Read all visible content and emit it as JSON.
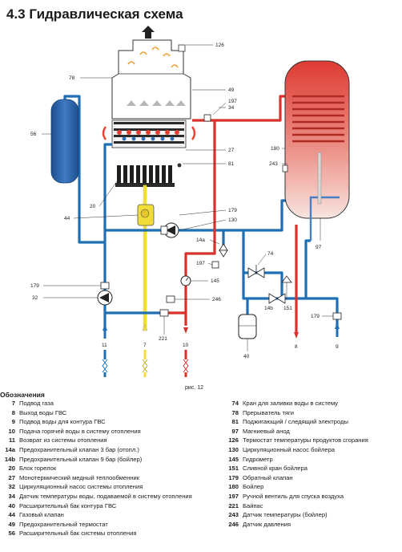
{
  "title": "4.3 Гидравлическая схема",
  "figure_caption": "рис. 12",
  "legend_heading": "Обозначения",
  "callouts": {
    "c126": "126",
    "c78": "78",
    "c49": "49",
    "c197a": "197",
    "c34": "34",
    "c56": "56",
    "c27": "27",
    "c81": "81",
    "c20": "20",
    "c44": "44",
    "c179a": "179",
    "c130": "130",
    "c14a": "14a",
    "c197b": "197",
    "c74": "74",
    "c145": "145",
    "c246": "246",
    "c221": "221",
    "c179b": "179",
    "c32": "32",
    "c14b": "14b",
    "c151": "151",
    "c40": "40",
    "c180": "180",
    "c243": "243",
    "c97": "97",
    "c179c": "179"
  },
  "connections": {
    "gas": "11",
    "dhw_out": "7",
    "heat_return": "10",
    "hot_out": "8",
    "cold_in": "9"
  },
  "legend_left": [
    {
      "code": "7",
      "desc": "Подвод газа"
    },
    {
      "code": "8",
      "desc": "Выход воды ГВС"
    },
    {
      "code": "9",
      "desc": "Подвод воды для контура ГВС"
    },
    {
      "code": "10",
      "desc": "Подача горячей воды в систему отопления"
    },
    {
      "code": "11",
      "desc": "Возврат из системы отопления"
    },
    {
      "code": "14a",
      "desc": "Предохранительный клапан 3 бар (отопл.)"
    },
    {
      "code": "14b",
      "desc": "Предохранительный клапан 9 бар (бойлер)"
    },
    {
      "code": "20",
      "desc": "Блок горелок"
    },
    {
      "code": "27",
      "desc": "Монотермический медный теплообменник"
    },
    {
      "code": "32",
      "desc": "Циркуляционный насос системы отопления"
    },
    {
      "code": "34",
      "desc": "Датчик температуры воды, подаваемой в систему отопления"
    },
    {
      "code": "40",
      "desc": "Расширительный бак контура ГВС"
    },
    {
      "code": "44",
      "desc": "Газовый клапан"
    },
    {
      "code": "49",
      "desc": "Предохранительный термостат"
    },
    {
      "code": "56",
      "desc": "Расширительный бак системы отопления"
    }
  ],
  "legend_right": [
    {
      "code": "74",
      "desc": "Кран для заливки воды в систему"
    },
    {
      "code": "78",
      "desc": "Прерыватель тяги"
    },
    {
      "code": "81",
      "desc": "Поджигающий / следящий электроды"
    },
    {
      "code": "97",
      "desc": "Магниевый анод"
    },
    {
      "code": "126",
      "desc": "Термостат температуры продуктов сгорания"
    },
    {
      "code": "130",
      "desc": "Циркуляционный насос бойлера"
    },
    {
      "code": "145",
      "desc": "Гидрометр"
    },
    {
      "code": "151",
      "desc": "Сливной кран бойлера"
    },
    {
      "code": "179",
      "desc": "Обратный клапан"
    },
    {
      "code": "180",
      "desc": "Бойлер"
    },
    {
      "code": "197",
      "desc": "Ручной вентиль для спуска воздуха"
    },
    {
      "code": "221",
      "desc": "Байпас"
    },
    {
      "code": "243",
      "desc": "Датчик температуры (бойлер)"
    },
    {
      "code": "246",
      "desc": "Датчик давления"
    }
  ],
  "colors": {
    "cold_pipe": "#1f6fb5",
    "hot_pipe": "#d8322d",
    "gas_pipe": "#f2dc3a",
    "expansion_tank": "#2f67ad",
    "boiler_top": "#e0453b",
    "boiler_bottom": "#f6d8d2"
  }
}
